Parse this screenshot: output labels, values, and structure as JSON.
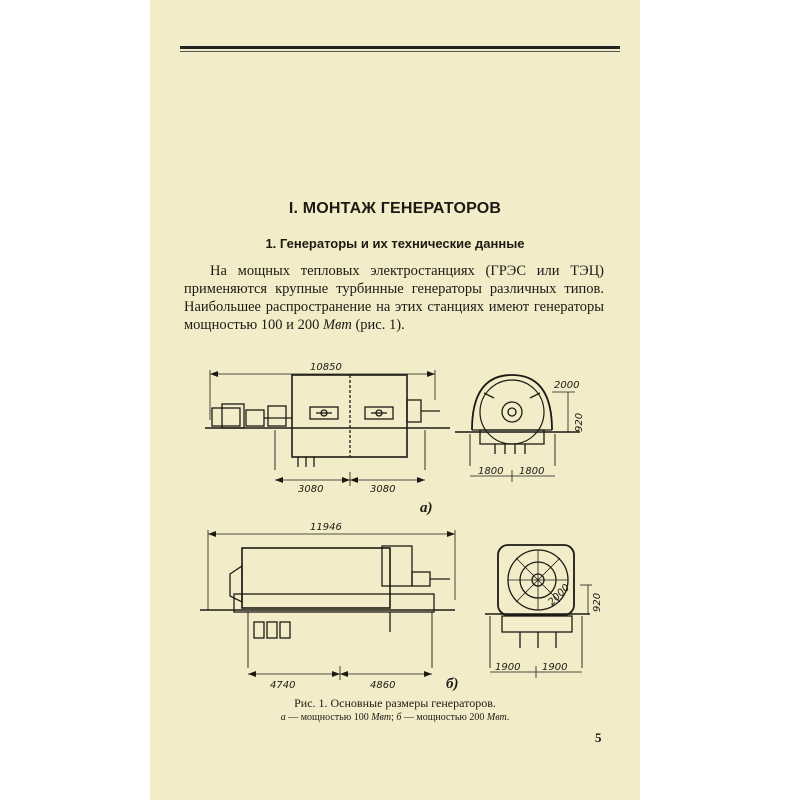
{
  "chapter_title": "I. МОНТАЖ ГЕНЕРАТОРОВ",
  "section_title": "1. Генераторы и их технические данные",
  "paragraph": {
    "text_before_unit": "На мощных тепловых электростанциях (ГРЭС или ТЭЦ) применяются крупные турбинные генераторы различных типов. Наибольшее распространение на этих станциях имеют генераторы мощностью 100 и 200 ",
    "unit": "Мвт",
    "text_after_unit": " (рис. 1)."
  },
  "figure_a": {
    "label": "а)",
    "overall_length": "10850",
    "half_left": "3080",
    "half_right": "3080",
    "end_height": "2000",
    "end_foot": "920",
    "end_left": "1800",
    "end_right": "1800"
  },
  "figure_b": {
    "label": "б)",
    "overall_length": "11946",
    "left_part": "4740",
    "right_part": "4860",
    "end_diameter": "2000",
    "end_foot": "920",
    "end_left": "1900",
    "end_right": "1900"
  },
  "caption": {
    "title": "Рис. 1. Основные размеры генераторов.",
    "letter_a": "а",
    "text_a": " — мощностью 100 ",
    "unit_a": "Мвт",
    "sep": "; ",
    "letter_b": "б",
    "text_b": " — мощностью 200 ",
    "unit_b": "Мвт",
    "end": "."
  },
  "page_number": "5"
}
